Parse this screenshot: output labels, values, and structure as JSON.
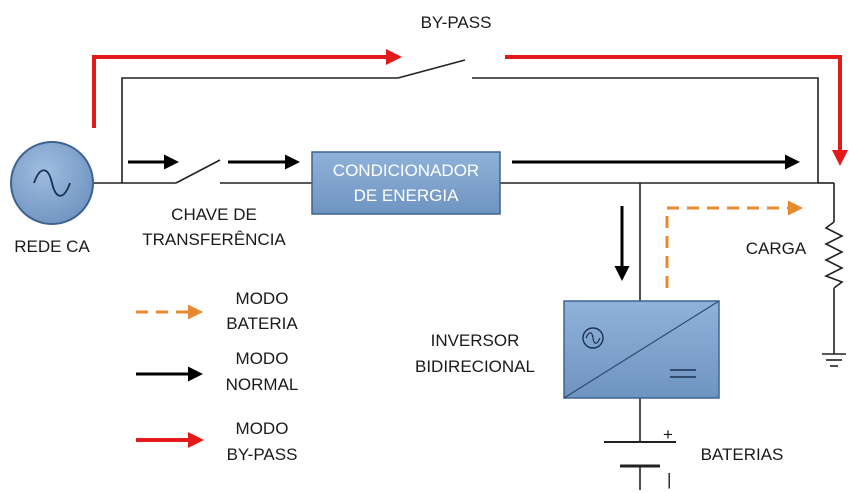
{
  "labels": {
    "bypass": "BY-PASS",
    "grid": "REDE CA",
    "switch_line1": "CHAVE DE",
    "switch_line2": "TRANSFERÊNCIA",
    "conditioner_line1": "CONDICIONADOR",
    "conditioner_line2": "DE ENERGIA",
    "load": "CARGA",
    "inverter_line1": "INVERSOR",
    "inverter_line2": "BIDIRECIONAL",
    "batteries": "BATERIAS",
    "battery_plus": "+",
    "battery_minus": "|"
  },
  "legend": [
    {
      "line1": "MODO",
      "line2": "BATERIA",
      "style": "dashed",
      "color": "#e8892e"
    },
    {
      "line1": "MODO",
      "line2": "NORMAL",
      "style": "solid",
      "color": "#000000"
    },
    {
      "line1": "MODO",
      "line2": "BY-PASS",
      "style": "solid",
      "color": "#e41a1a"
    }
  ],
  "colors": {
    "box_fill": "#7ea3cd",
    "box_stroke": "#3f6391",
    "wire": "#222222",
    "bypass_arrow": "#e41a1a",
    "normal_arrow": "#000000",
    "battery_arrow": "#e8892e"
  },
  "icons": [
    "ac-source-icon",
    "resistor-icon",
    "ground-icon",
    "battery-icon",
    "sine-icon",
    "dc-icon"
  ]
}
